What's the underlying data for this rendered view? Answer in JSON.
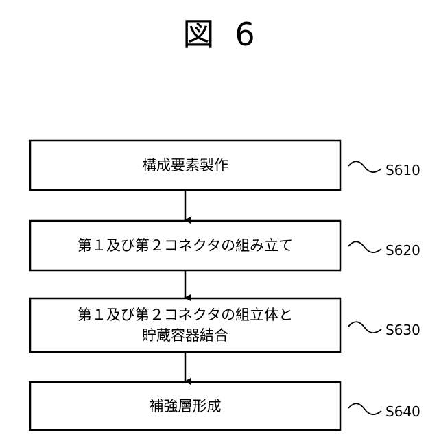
{
  "figure": {
    "kanji": "図",
    "number": "6"
  },
  "steps": [
    {
      "text": "構成要素製作",
      "label": "S610"
    },
    {
      "text": "第１及び第２コネクタの組み立て",
      "label": "S620"
    },
    {
      "text": "第１及び第２コネクタの組立体と\n貯蔵容器結合",
      "label": "S630"
    },
    {
      "text": "補強層形成",
      "label": "S640"
    }
  ]
}
